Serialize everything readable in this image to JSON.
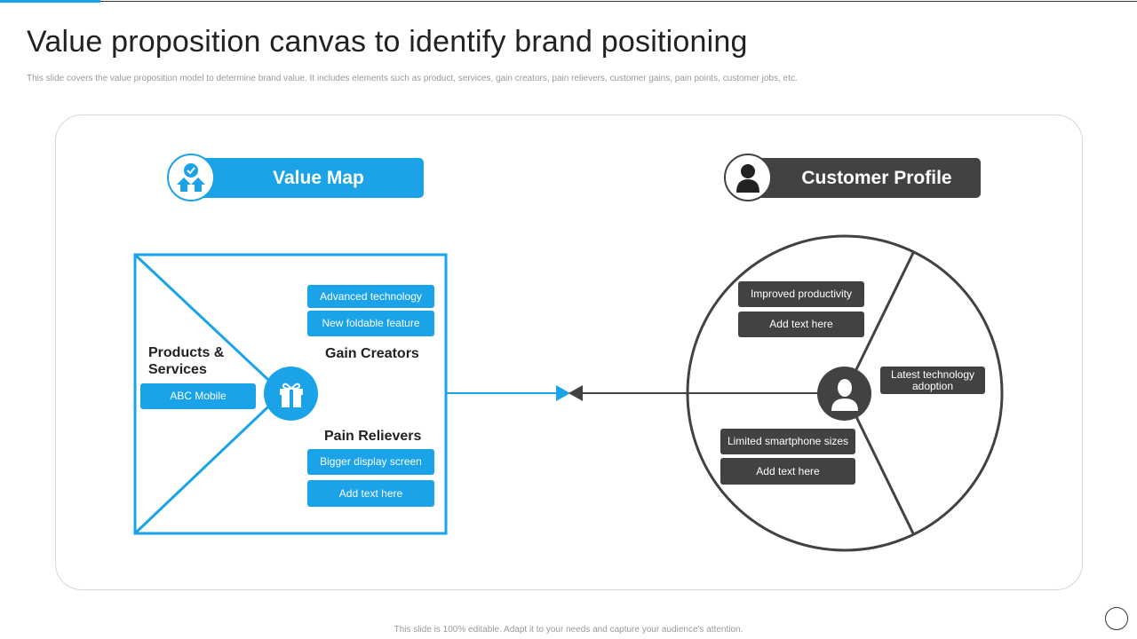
{
  "title": "Value proposition canvas to identify brand positioning",
  "subtitle": "This slide covers the value proposition model to determine brand value. It includes elements such as product, services, gain creators, pain relievers, customer gains, pain points, customer jobs, etc.",
  "value_map": {
    "heading": "Value Map",
    "icon": "value-arrows-check-icon",
    "products_label": "Products & Services",
    "products_items": [
      "ABC Mobile"
    ],
    "gain_creators_label": "Gain Creators",
    "gain_creators_items": [
      "Advanced technology",
      "New foldable feature"
    ],
    "pain_relievers_label": "Pain Relievers",
    "pain_relievers_items": [
      "Bigger display screen",
      "Add text here"
    ],
    "center_icon": "gift-icon"
  },
  "customer_profile": {
    "heading": "Customer Profile",
    "icon": "user-icon",
    "center_icon": "person-icon",
    "gains_items": [
      "Improved productivity",
      "Add text here"
    ],
    "jobs_items": [
      "Latest technology adoption"
    ],
    "pains_items": [
      "Limited smartphone sizes",
      "Add text here"
    ]
  },
  "footer": "This slide is 100% editable. Adapt it to your needs and capture your audience's attention.",
  "colors": {
    "accent": "#1aa3e8",
    "dark": "#424242"
  }
}
